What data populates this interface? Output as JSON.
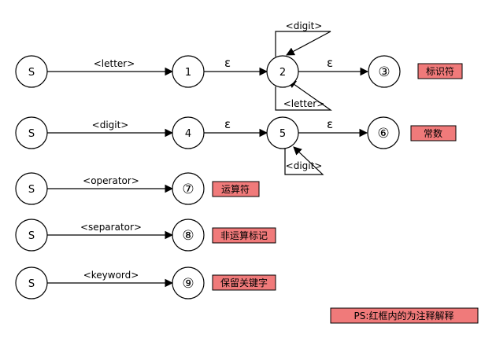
{
  "states": {
    "s1": "S",
    "s2": "S",
    "s3": "S",
    "s4": "S",
    "s5": "S",
    "n1": "1",
    "n2": "2",
    "n3": "③",
    "n4": "4",
    "n5": "5",
    "n6": "⑥",
    "n7": "⑦",
    "n8": "⑧",
    "n9": "⑨"
  },
  "edges": {
    "letter": "<letter>",
    "eps_1_2": "ε",
    "eps_2_3": "ε",
    "loop2_top": "<digit>",
    "loop2_bottom": "<letter>",
    "digit": "<digit>",
    "eps_4_5": "ε",
    "eps_5_6": "ε",
    "loop5": "<digit>",
    "operator": "<operator>",
    "separator": "<separator>",
    "keyword": "<keyword>"
  },
  "notes": {
    "identifier": "标识符",
    "constant": "常数",
    "operator": "运算符",
    "non_operator": "非运算标记",
    "keyword": "保留关键字",
    "ps": "PS:红框内的为注释解释"
  },
  "colors": {
    "note_fill": "#f07a7a",
    "stroke": "#000000"
  }
}
